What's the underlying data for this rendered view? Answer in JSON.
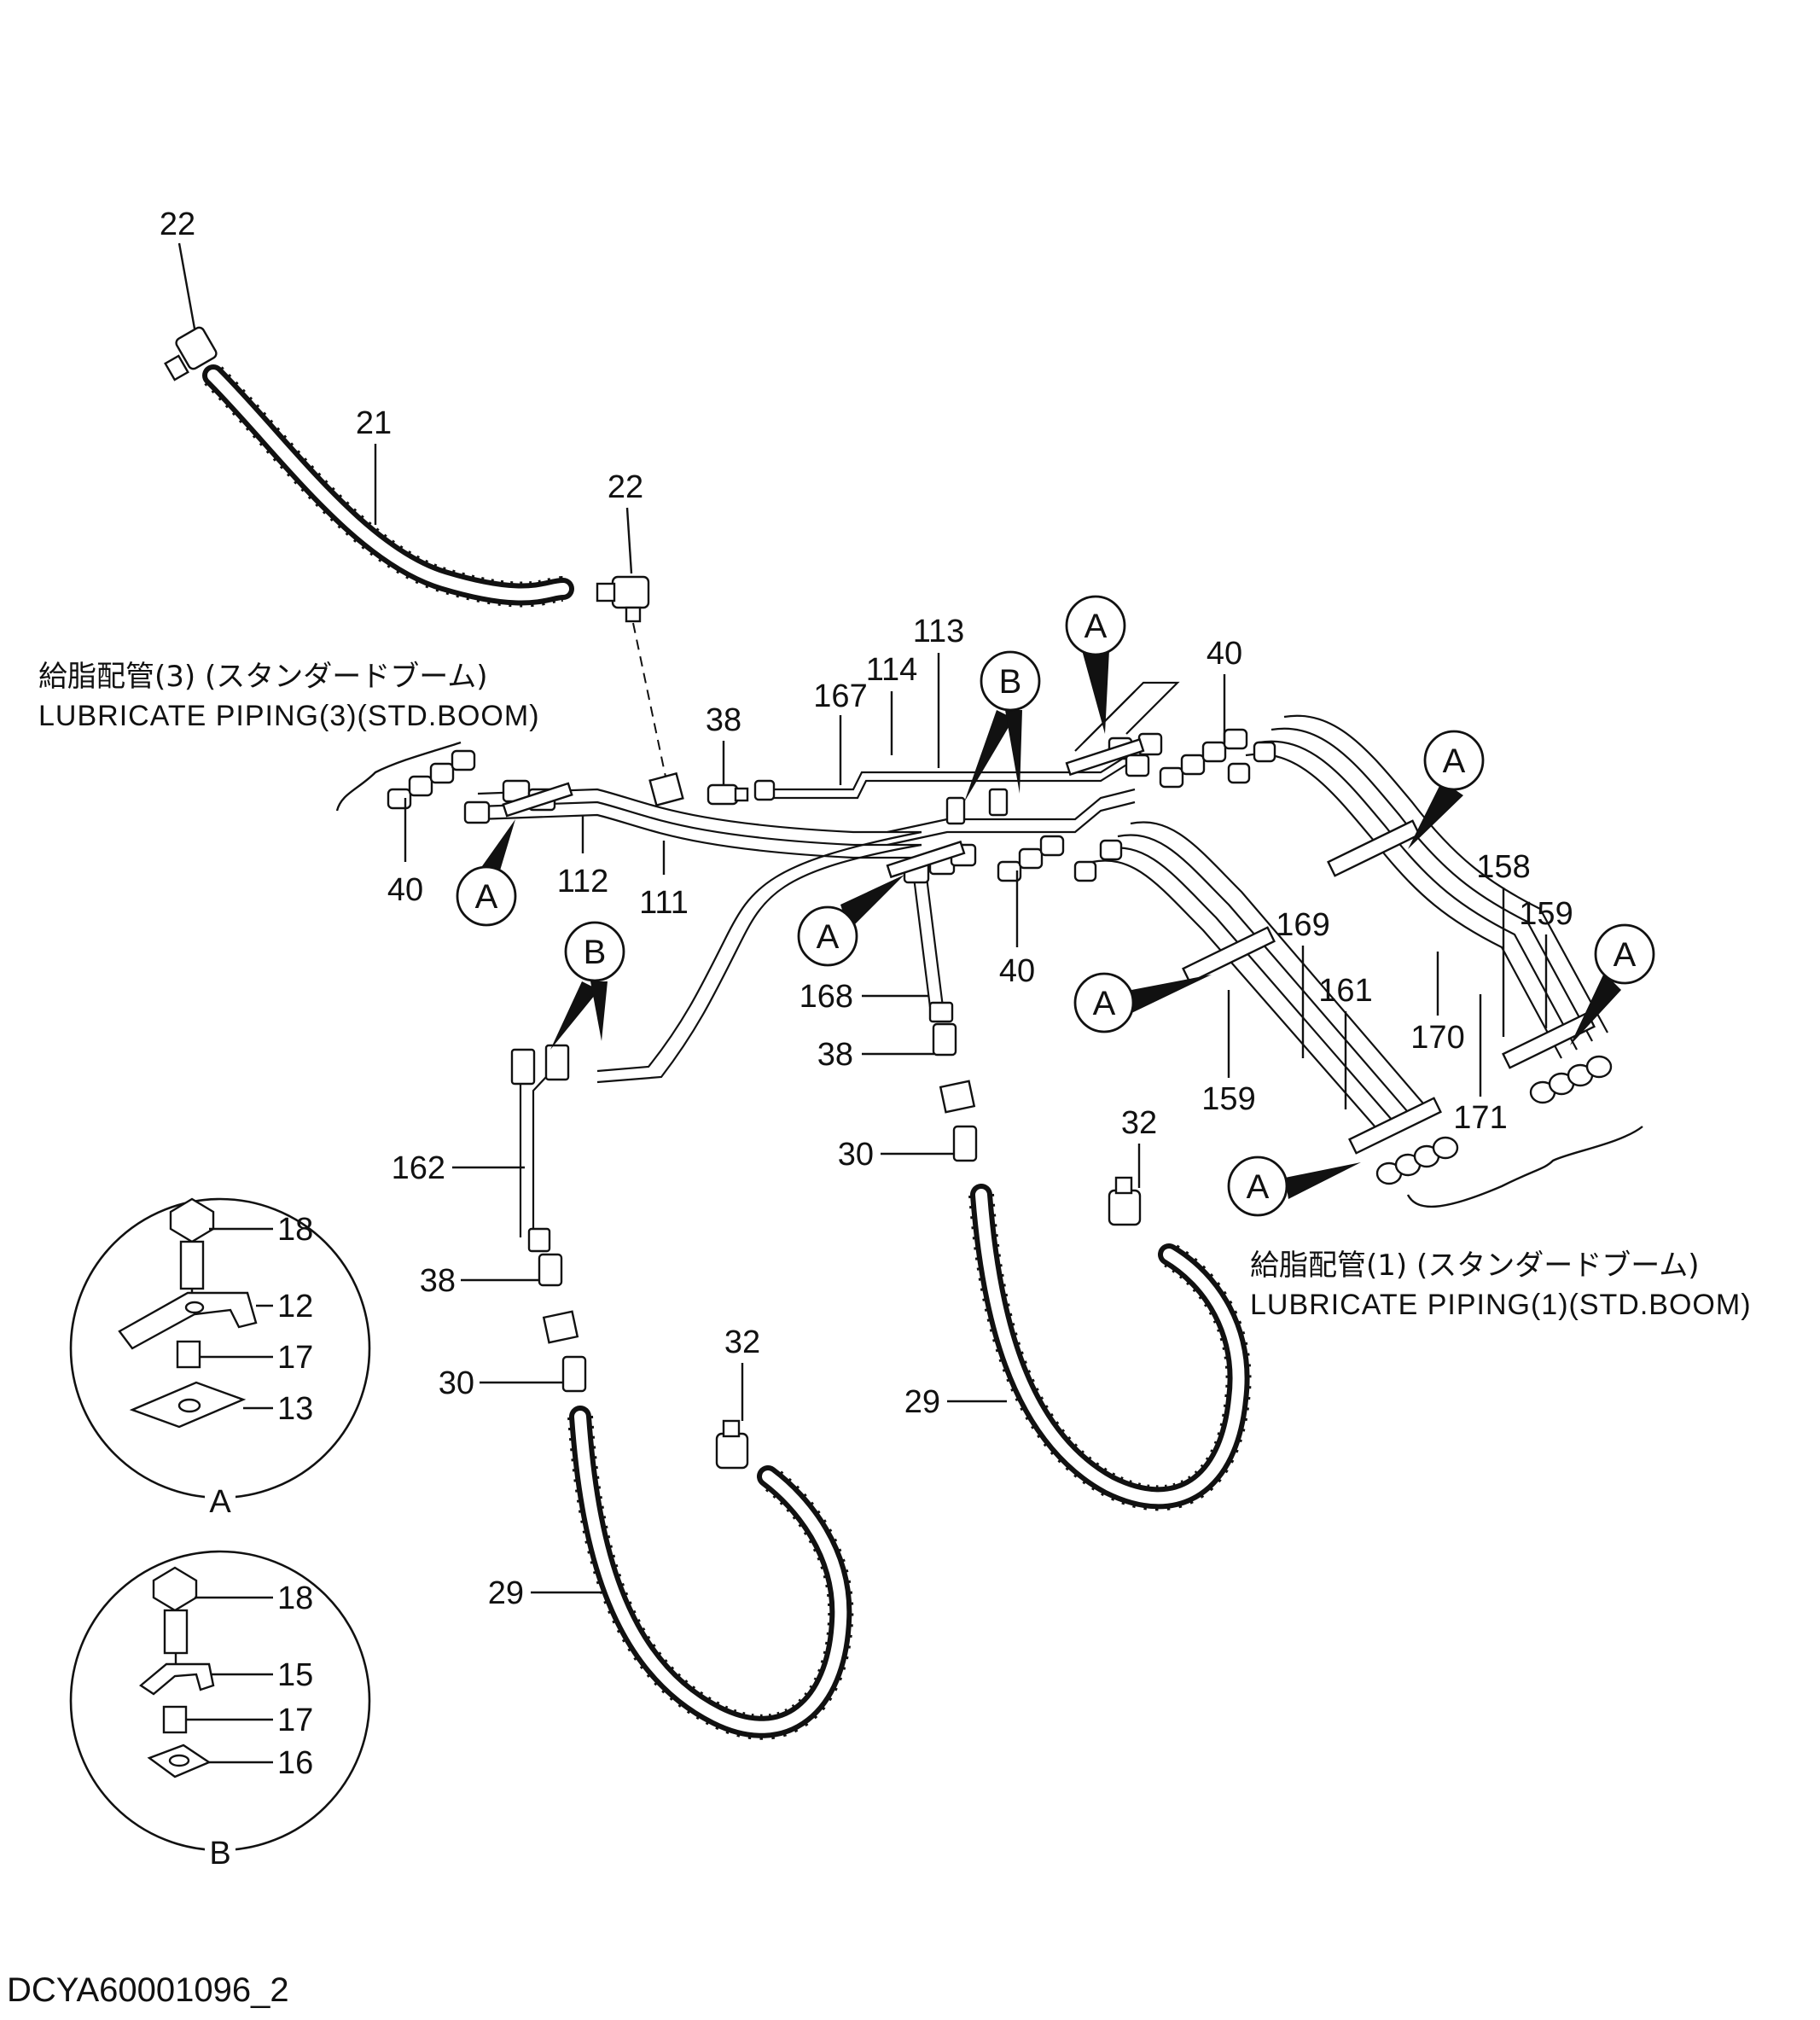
{
  "drawing_id": "DCYA60001096_2",
  "captions": {
    "piping3_jp": "給脂配管(3) (スタンダードブーム)",
    "piping3_en": "LUBRICATE  PIPING(3)(STD.BOOM)",
    "piping1_jp": "給脂配管(1) (スタンダードブーム)",
    "piping1_en": "LUBRICATE  PIPING(1)(STD.BOOM)"
  },
  "part_labels": {
    "p22a": "22",
    "p21": "21",
    "p22b": "22",
    "p113": "113",
    "p114": "114",
    "p167": "167",
    "p38a": "38",
    "p40a": "40",
    "p40b": "40",
    "p40c": "40",
    "p112": "112",
    "p111": "111",
    "p158": "158",
    "p159a": "159",
    "p169": "169",
    "p161": "161",
    "p170": "170",
    "p171": "171",
    "p159b": "159",
    "p168": "168",
    "p38b": "38",
    "p30a": "30",
    "p32a": "32",
    "p162": "162",
    "p38c": "38",
    "p30b": "30",
    "p32b": "32",
    "p29a": "29",
    "p29b": "29",
    "dA18": "18",
    "dA12": "12",
    "dA17": "17",
    "dA13": "13",
    "dB18": "18",
    "dB15": "15",
    "dB17": "17",
    "dB16": "16"
  },
  "callouts": {
    "a1": "A",
    "a2": "A",
    "a3": "A",
    "a4": "A",
    "a5": "A",
    "a6": "A",
    "a7": "A",
    "b1": "B",
    "b2": "B"
  },
  "detail_views": {
    "detail_a": "A",
    "detail_b": "B"
  }
}
